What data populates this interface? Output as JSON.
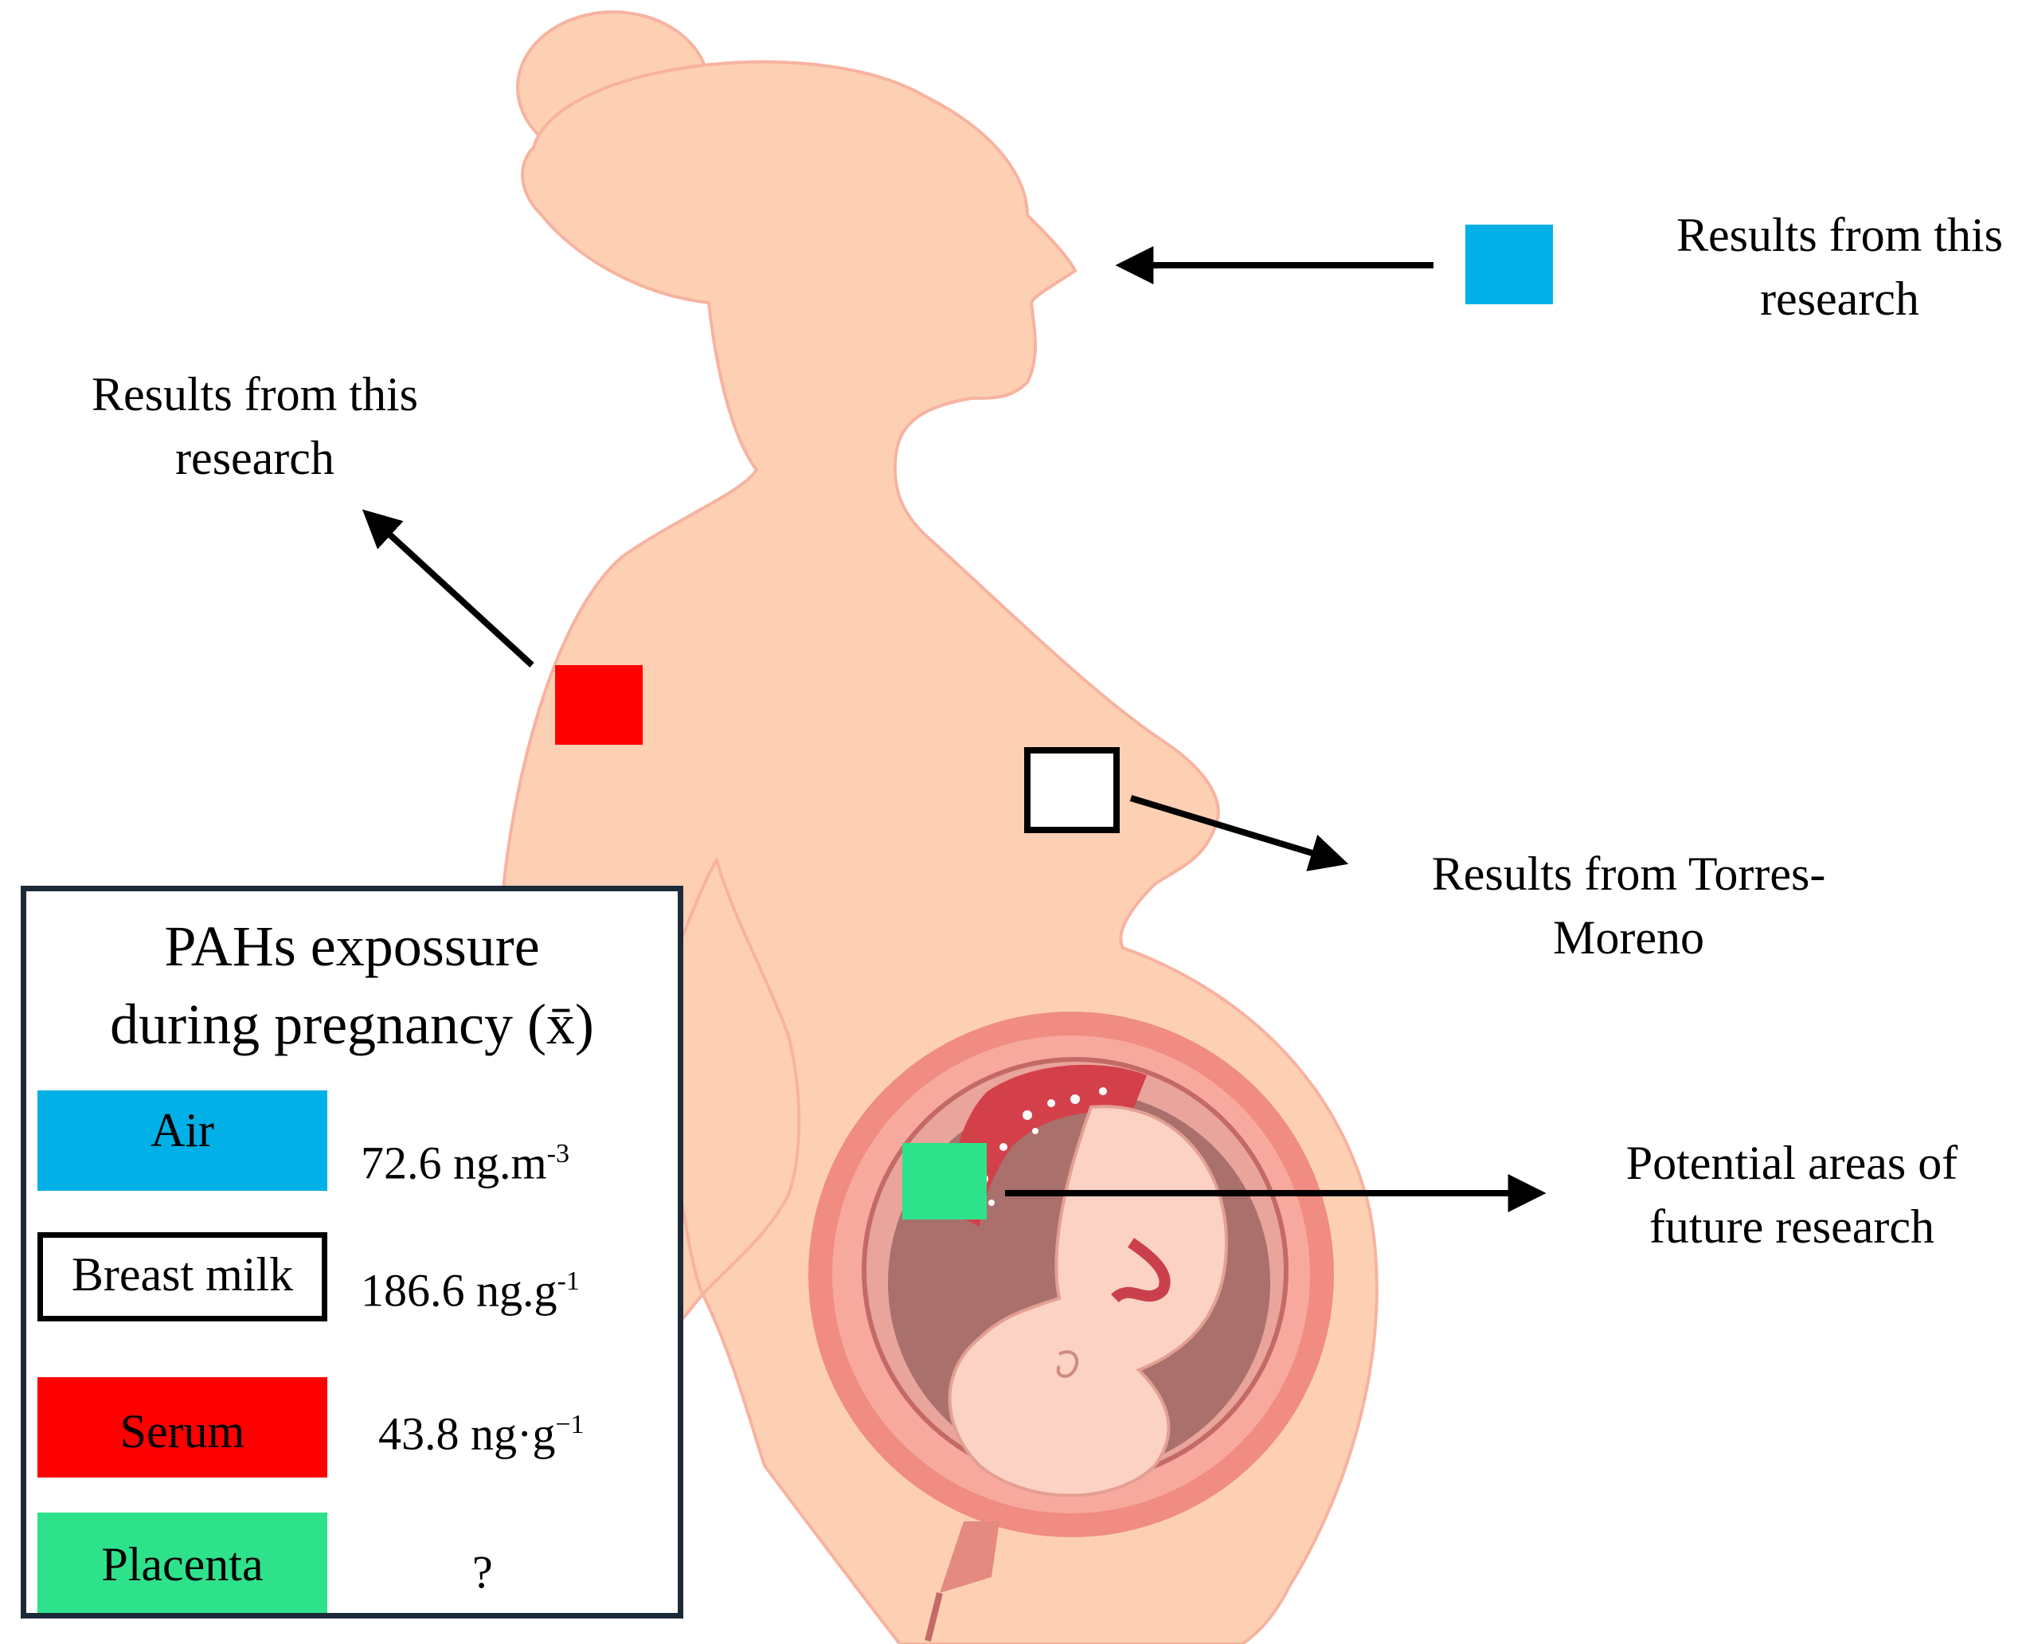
{
  "annotations": {
    "air": {
      "line1": "Results from this",
      "line2": "research",
      "color": "#00b0e6"
    },
    "serum": {
      "line1": "Results from this",
      "line2": "research",
      "color": "#ff0000"
    },
    "breast_milk": {
      "line1": "Results from Torres-",
      "line2": "Moreno",
      "color": "#ffffff"
    },
    "placenta": {
      "line1": "Potential areas of",
      "line2": "future research",
      "color": "#2ee28b"
    }
  },
  "legend": {
    "title_line1": "PAHs expossure",
    "title_line2": "during pregnancy (x̄)",
    "rows": [
      {
        "label": "Air",
        "value": "72.6 ng.m",
        "sup": "-3",
        "color": "#00b0e6"
      },
      {
        "label": "Breast milk",
        "value": "186.6 ng.g",
        "sup": "-1",
        "color": "#ffffff"
      },
      {
        "label": "Serum",
        "value": "43.8 ng·g",
        "sup": "−1",
        "color": "#ff0000"
      },
      {
        "label": "Placenta",
        "value": "?",
        "sup": "",
        "color": "#2ee28b"
      }
    ]
  },
  "colors": {
    "skin": "#fdd0b4",
    "skin_outline": "#f7b3a0",
    "uterus": "#f08c82",
    "uterus_dark": "#d96a66",
    "amniotic": "#a9706c",
    "fetus": "#fbd2c3",
    "placenta_tissue": "#d4404a"
  }
}
